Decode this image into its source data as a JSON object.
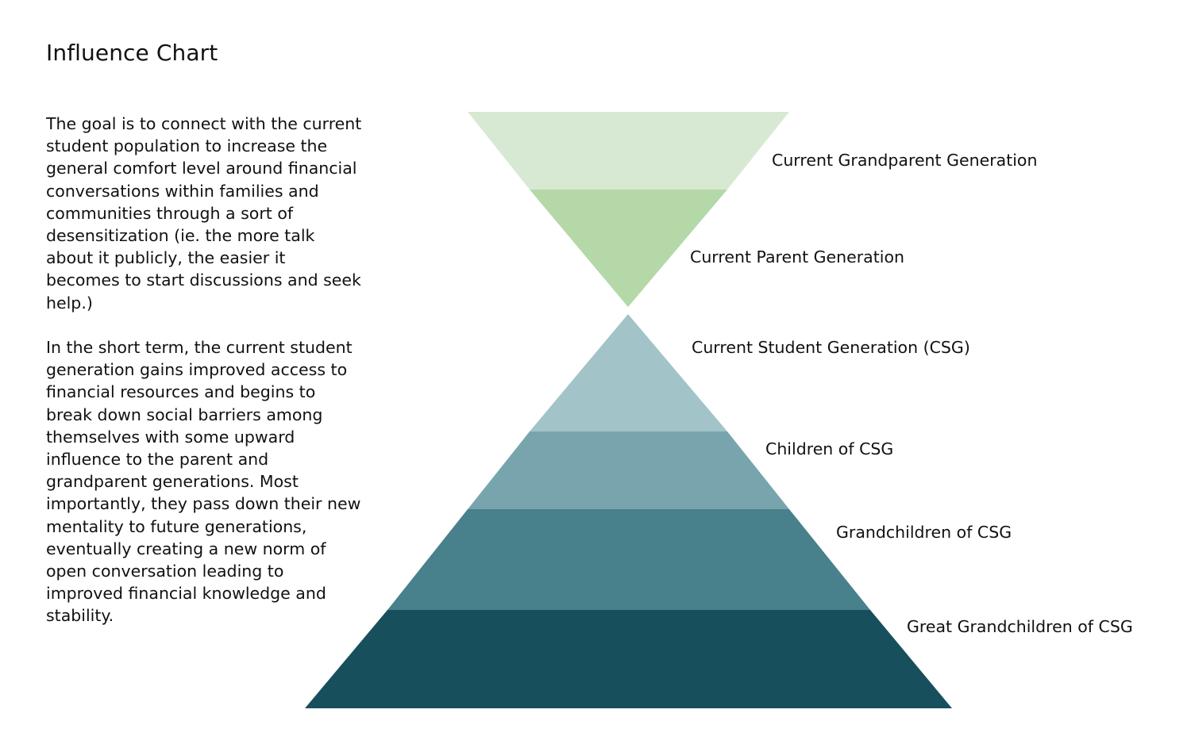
{
  "title": "Influence Chart",
  "description": {
    "intro": "The goal is to connect with the current student population to increase the general comfort level around financial conversations within families and communities through a sort of desensitization (ie. the more talk about it publicly, the easier it becomes to start discussions and seek help.)",
    "short_term": "In the short term, the current student generation gains improved access to financial resources and begins to break down social barriers among themselves with some upward influence to the parent and grandparent generations. Most importantly, they pass down their new mentality to future generations, eventually creating a new norm of open conversation leading to improved financial knowledge and stability."
  },
  "diagram": {
    "upper_levels": [
      {
        "label": "Current Grandparent Generation",
        "color": "#d7e9d3"
      },
      {
        "label": "Current Parent Generation",
        "color": "#b4d8a8"
      }
    ],
    "lower_levels": [
      {
        "label": "Current Student Generation (CSG)",
        "color": "#a2c3c7"
      },
      {
        "label": "Children of CSG",
        "color": "#78a5ad"
      },
      {
        "label": "Grandchildren of CSG",
        "color": "#48808b"
      },
      {
        "label": "Great Grandchildren of CSG",
        "color": "#174f5c"
      }
    ]
  }
}
